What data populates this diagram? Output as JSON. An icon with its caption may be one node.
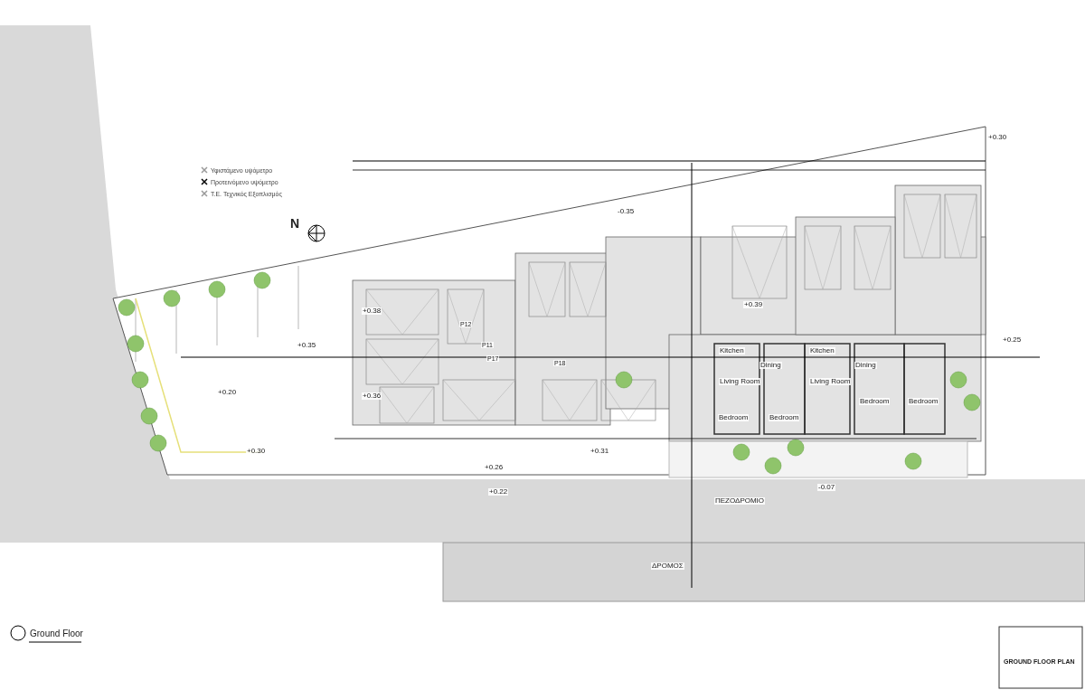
{
  "diagram": {
    "title": "GROUND FLOOR PLAN",
    "labels": [
      "Ground Floor",
      "N",
      "+0.35",
      "+0.20",
      "+0.30",
      "+0.38",
      "+0.36",
      "+0.39",
      "+0.31",
      "+0.26",
      "-0.35",
      "+0.30",
      "+0.25",
      "-0.07",
      "+0.22",
      "P17",
      "P18",
      "P12",
      "P11",
      "Kitchen",
      "Dining",
      "Living Room",
      "Bedroom",
      "Bedroom",
      "Kitchen",
      "Dining",
      "Living Room",
      "Bedroom",
      "Bedroom",
      "ΠΕΖΟΔΡΟΜΙΟ",
      "ΔΡΟΜΟΣ"
    ],
    "legend": [
      {
        "text": "Υφιστάμενο υψόμετρο"
      },
      {
        "text": "Προτεινόμενο υψόμετρο"
      },
      {
        "text": "Τ.Ε. Τεχνικός Εξοπλισμός"
      }
    ]
  }
}
